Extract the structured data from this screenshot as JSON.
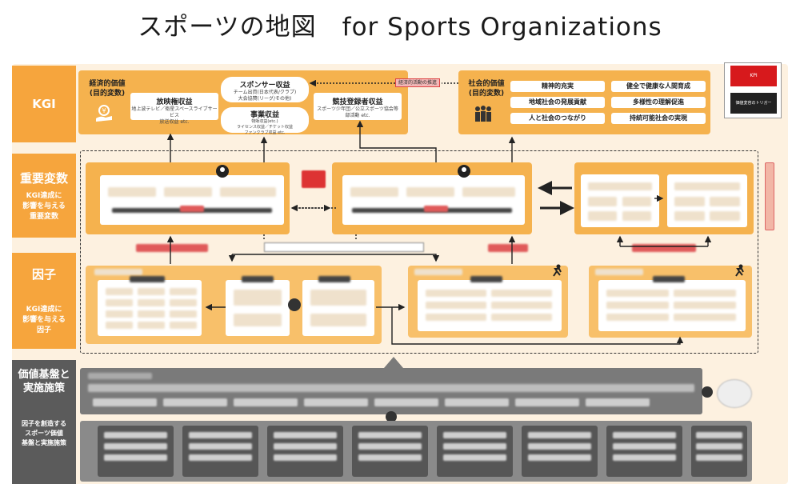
{
  "title": "スポーツの地図　for Sports Organizations",
  "legend": {
    "kpi": "KPI",
    "trigger": "価値変容のトリガー"
  },
  "bands": {
    "kgi": {
      "label": "KGI"
    },
    "key_vars": {
      "label": "重要変数",
      "sub": "KGI達成に\n影響を与える\n重要変数"
    },
    "factors": {
      "label": "因子",
      "sub": "KGI達成に\n影響を与える\n因子"
    },
    "base": {
      "label": "価値基盤と\n実施施策",
      "sub": "因子を創造する\nスポーツ価値\n基盤と実施施策"
    }
  },
  "economic": {
    "title": "経済的価値\n(目的変数)",
    "broadcast": {
      "label": "放映権収益",
      "note": "地上波テレビ／衛星スペースライブサービス\n放送収益 etc."
    },
    "sponsor": {
      "label": "スポンサー収益",
      "note": "チーム出資(日本代表/クラブ)\n大会協賛(リーグ/その他)"
    },
    "business": {
      "label": "事業収益",
      "note": "物販収益(etc.)\nライセンス収益／チケット収益\nファンクラブ収益 etc."
    },
    "competitor": {
      "label": "競技登録者収益",
      "note": "スポーツ少年団／公立スポーツ協会等\n部活動 etc."
    },
    "red_tag": "経済的活動の推進"
  },
  "social": {
    "title": "社会的価値\n(目的変数)",
    "items": [
      "精神的充実",
      "健全で健康な人間育成",
      "地域社会の発展貢献",
      "多様性の理解促進",
      "人と社会のつながり",
      "持続可能社会の実現"
    ]
  }
}
